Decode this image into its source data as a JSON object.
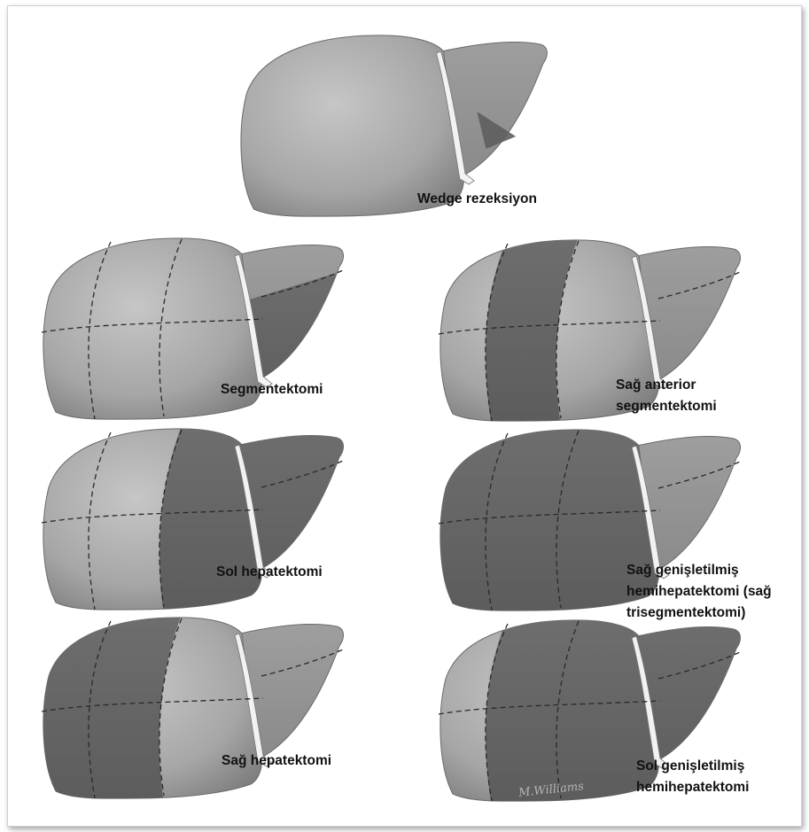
{
  "signature": "M.Williams",
  "panels": [
    {
      "id": "wedge",
      "caption": [
        "Wedge rezeksiyon"
      ]
    },
    {
      "id": "segmentektomi",
      "caption": [
        "Segmentektomi"
      ]
    },
    {
      "id": "sag-anterior",
      "caption": [
        "Sağ anterior",
        "segmentektomi"
      ]
    },
    {
      "id": "sol-hepatektomi",
      "caption": [
        "Sol hepatektomi"
      ]
    },
    {
      "id": "sag-genisletilmis",
      "caption": [
        "Sağ genişletilmiş",
        "hemihepatektomi (sağ",
        "trisegmentektomi)"
      ]
    },
    {
      "id": "sag-hepatektomi",
      "caption": [
        "Sağ hepatektomi"
      ]
    },
    {
      "id": "sol-genisletilmis",
      "caption": [
        "Sol genişletilmiş",
        "hemihepatektomi"
      ]
    }
  ]
}
